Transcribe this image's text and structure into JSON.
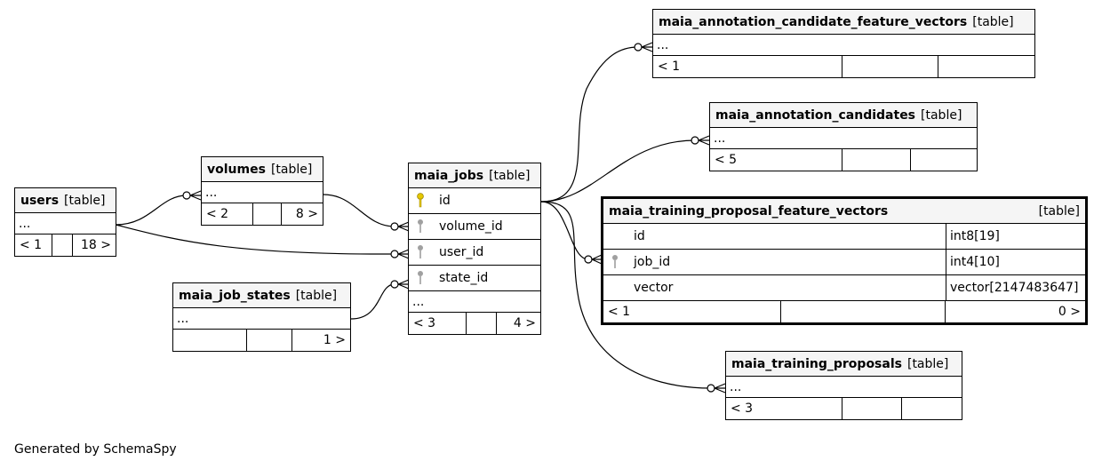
{
  "tables": {
    "users": {
      "name": "users",
      "type": "[table]",
      "ellipsis": "...",
      "footer": [
        "< 1",
        "",
        "18 >"
      ]
    },
    "volumes": {
      "name": "volumes",
      "type": "[table]",
      "ellipsis": "...",
      "footer": [
        "< 2",
        "",
        "8 >"
      ]
    },
    "maia_job_states": {
      "name": "maia_job_states",
      "type": "[table]",
      "ellipsis": "...",
      "footer": [
        "",
        "",
        "1 >"
      ]
    },
    "maia_jobs": {
      "name": "maia_jobs",
      "type": "[table]",
      "columns": [
        {
          "name": "id",
          "key": "primary"
        },
        {
          "name": "volume_id",
          "key": "foreign"
        },
        {
          "name": "user_id",
          "key": "foreign"
        },
        {
          "name": "state_id",
          "key": "foreign"
        }
      ],
      "ellipsis": "...",
      "footer": [
        "< 3",
        "",
        "4 >"
      ]
    },
    "maia_annotation_candidate_feature_vectors": {
      "name": "maia_annotation_candidate_feature_vectors",
      "type": "[table]",
      "ellipsis": "...",
      "footer": [
        "< 1",
        "",
        ""
      ]
    },
    "maia_annotation_candidates": {
      "name": "maia_annotation_candidates",
      "type": "[table]",
      "ellipsis": "...",
      "footer": [
        "< 5",
        "",
        ""
      ]
    },
    "maia_training_proposal_feature_vectors": {
      "name": "maia_training_proposal_feature_vectors",
      "type": "[table]",
      "columns": [
        {
          "name": "id",
          "key": "none",
          "datatype": "int8[19]"
        },
        {
          "name": "job_id",
          "key": "foreign",
          "datatype": "int4[10]"
        },
        {
          "name": "vector",
          "key": "none",
          "datatype": "vector[2147483647]"
        }
      ],
      "footer": [
        "< 1",
        "",
        "0 >"
      ]
    },
    "maia_training_proposals": {
      "name": "maia_training_proposals",
      "type": "[table]",
      "ellipsis": "...",
      "footer": [
        "< 3",
        "",
        ""
      ]
    }
  },
  "relationships": [
    {
      "from": "maia_jobs.volume_id",
      "to": "volumes"
    },
    {
      "from": "maia_jobs.user_id",
      "to": "users"
    },
    {
      "from": "maia_jobs.state_id",
      "to": "maia_job_states"
    },
    {
      "from": "maia_annotation_candidate_feature_vectors",
      "to": "maia_jobs.id"
    },
    {
      "from": "maia_annotation_candidates",
      "to": "maia_jobs.id"
    },
    {
      "from": "maia_training_proposal_feature_vectors.job_id",
      "to": "maia_jobs.id"
    },
    {
      "from": "maia_training_proposals",
      "to": "maia_jobs.id"
    },
    {
      "from": "volumes",
      "to": "users"
    }
  ],
  "icons": {
    "primary_key_color": "#e6c800",
    "foreign_key_color": "#a0a0a0"
  },
  "credit": "Generated by SchemaSpy"
}
